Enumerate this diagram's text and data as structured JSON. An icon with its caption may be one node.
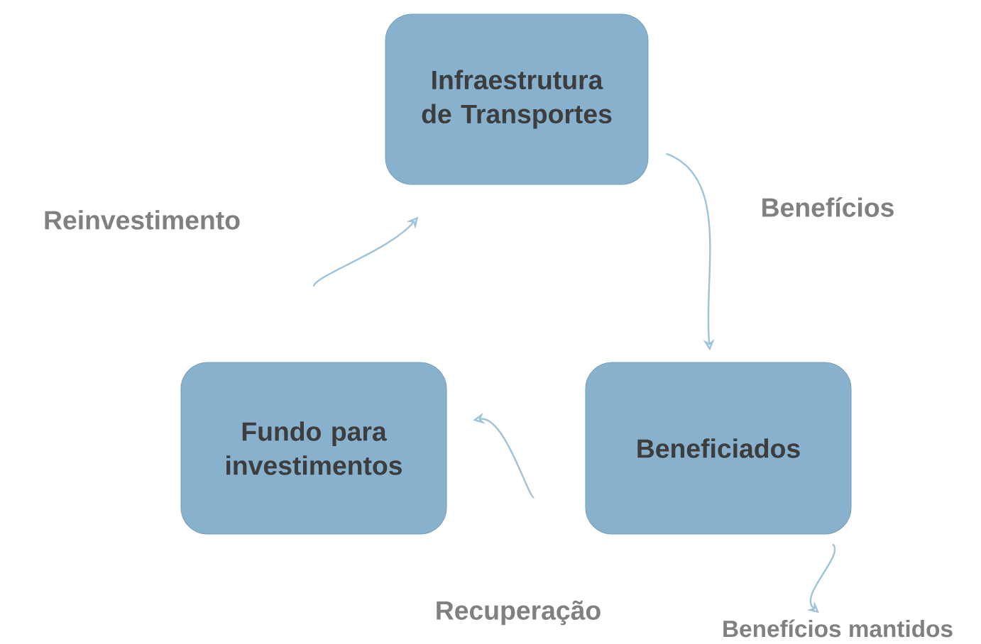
{
  "diagram": {
    "nodes": [
      {
        "text": [
          "Infraestrutura de Transportes"
        ]
      },
      {
        "text": [
          "Beneficiados"
        ]
      },
      {
        "text": [
          "Fundo para investimentos"
        ]
      },
      {
        "text": [
          "Benefícios mantidos"
        ]
      }
    ],
    "edges": [
      {
        "from": 0,
        "to": 1,
        "arrow": "to",
        "label": "Benefícios"
      },
      {
        "from": 1,
        "to": 2,
        "arrow": "to",
        "label": "Recuperação"
      },
      {
        "from": 2,
        "to": 0,
        "arrow": "to",
        "label": "Reinvestimento"
      },
      {
        "from": 1,
        "to": 3,
        "arrow": "to"
      }
    ]
  }
}
